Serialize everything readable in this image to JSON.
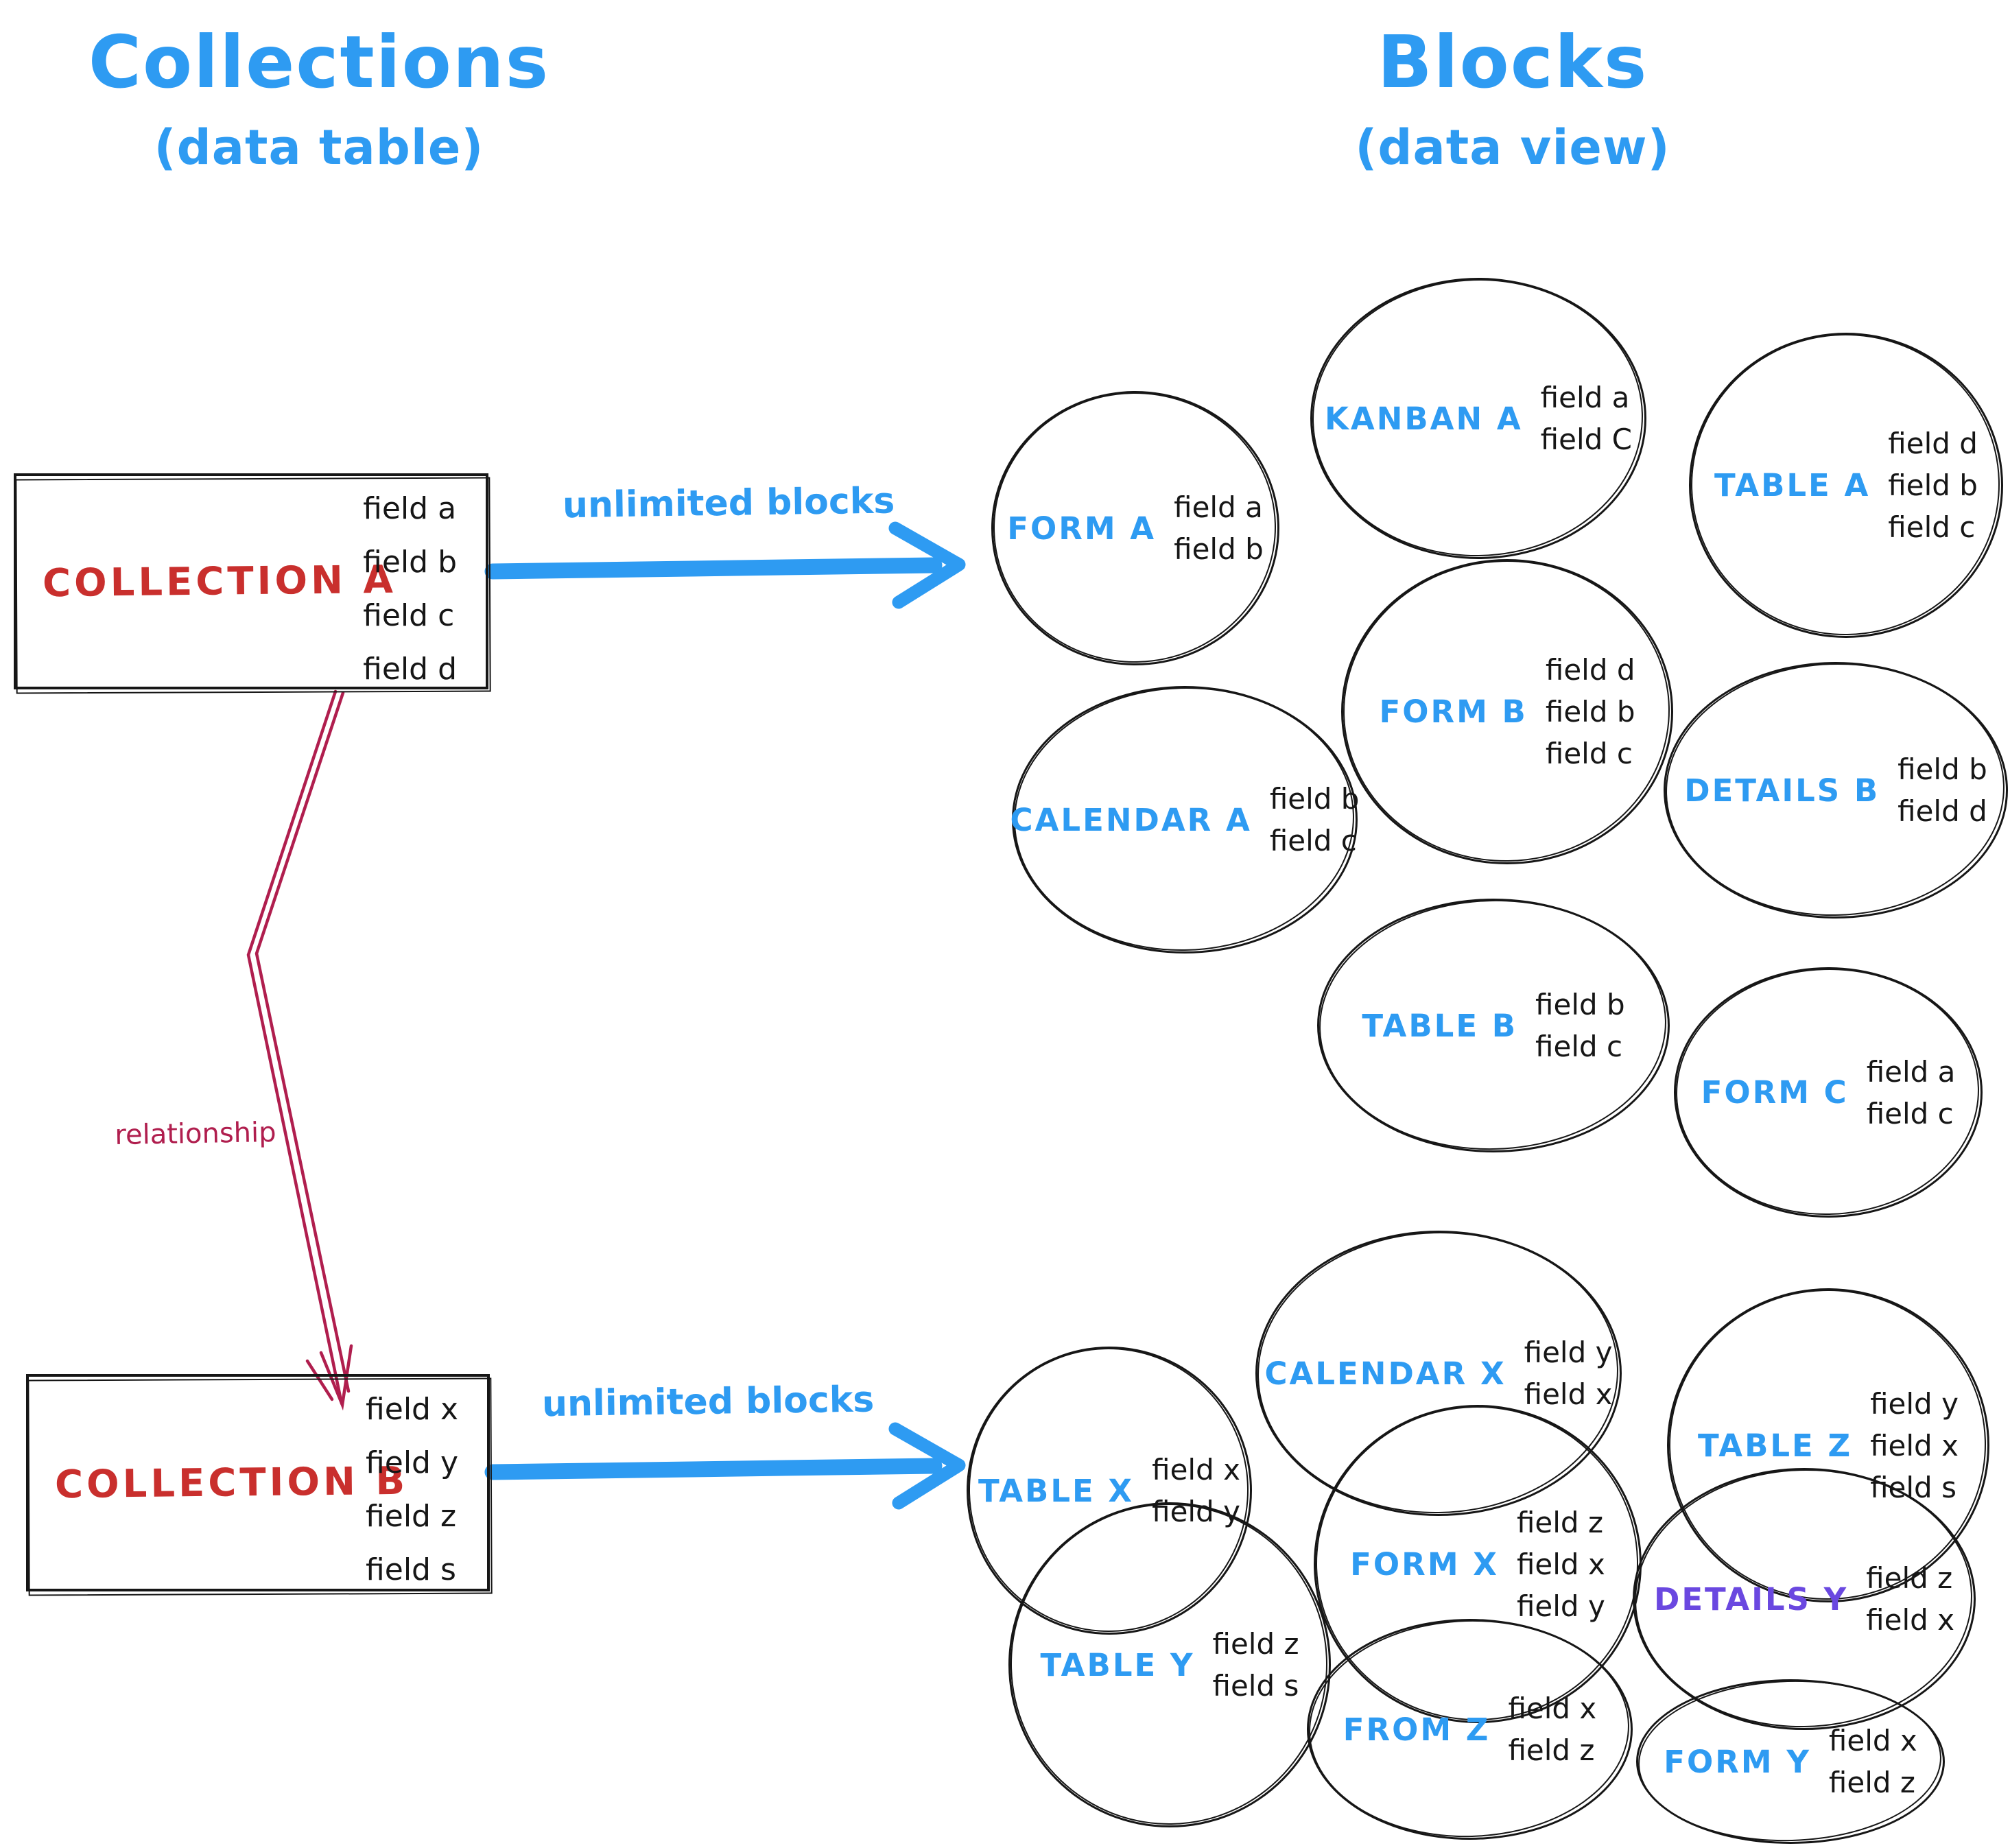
{
  "left_column": {
    "title": "Collections",
    "subtitle": "(data table)",
    "collections": [
      {
        "name": "COLLECTION A",
        "fields": [
          "field a",
          "field b",
          "field c",
          "field d"
        ]
      },
      {
        "name": "COLLECTION B",
        "fields": [
          "field x",
          "field y",
          "field z",
          "field s"
        ]
      }
    ]
  },
  "right_column": {
    "title": "Blocks",
    "subtitle": "(data view)"
  },
  "arrows": {
    "top_label": "unlimited blocks",
    "bottom_label": "unlimited blocks",
    "relationship_label": "relationship"
  },
  "colors": {
    "accent_blue": "#2e9bf2",
    "collection_red": "#c92f2d",
    "relationship_crimson": "#b01e4e",
    "details_purple": "#6a48e0",
    "ink_black": "#161616"
  },
  "clusters": [
    {
      "name": "collection-a-blocks",
      "blocks": [
        {
          "label": "FORM A",
          "fields": [
            "field a",
            "field b"
          ]
        },
        {
          "label": "KANBAN A",
          "fields": [
            "field a",
            "field C"
          ]
        },
        {
          "label": "TABLE A",
          "fields": [
            "field d",
            "field b",
            "field c"
          ]
        },
        {
          "label": "FORM B",
          "fields": [
            "field d",
            "field b",
            "field c"
          ]
        },
        {
          "label": "CALENDAR A",
          "fields": [
            "field b",
            "field c"
          ]
        },
        {
          "label": "DETAILS B",
          "fields": [
            "field b",
            "field d"
          ]
        },
        {
          "label": "TABLE B",
          "fields": [
            "field b",
            "field c"
          ]
        },
        {
          "label": "FORM C",
          "fields": [
            "field a",
            "field c"
          ]
        }
      ]
    },
    {
      "name": "collection-b-blocks",
      "blocks": [
        {
          "label": "TABLE X",
          "fields": [
            "field x",
            "field y"
          ]
        },
        {
          "label": "CALENDAR X",
          "fields": [
            "field y",
            "field x"
          ]
        },
        {
          "label": "TABLE Z",
          "fields": [
            "field y",
            "field x",
            "field s"
          ]
        },
        {
          "label": "FORM X",
          "fields": [
            "field z",
            "field x",
            "field y"
          ]
        },
        {
          "label": "TABLE Y",
          "fields": [
            "field z",
            "field s"
          ]
        },
        {
          "label": "DETAILS Y",
          "fields": [
            "field z",
            "field x"
          ]
        },
        {
          "label": "FROM Z",
          "fields": [
            "field x",
            "field z"
          ]
        },
        {
          "label": "FORM Y",
          "fields": [
            "field x",
            "field z"
          ]
        }
      ]
    }
  ]
}
